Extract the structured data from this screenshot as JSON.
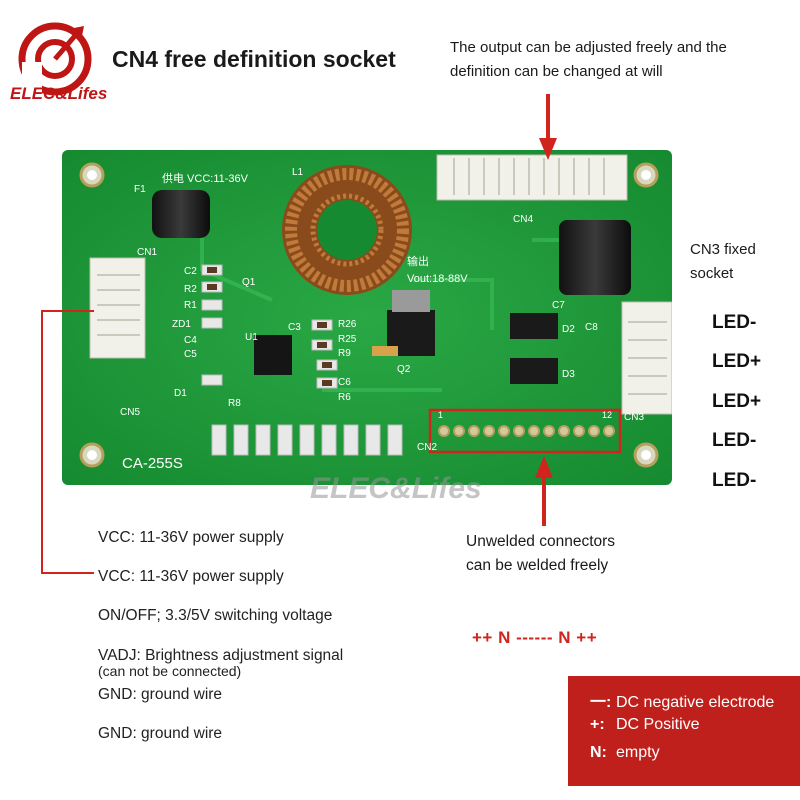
{
  "brand": {
    "name": "ELEC&Lifes",
    "watermark": "ELEC&Lifes"
  },
  "title": "CN4 free definition socket",
  "cn4_note": [
    "The output can be adjusted freely and the",
    "definition can be changed at will"
  ],
  "cn3_note": [
    "CN3 fixed",
    "socket"
  ],
  "led_labels": [
    "LED-",
    "LED+",
    "LED+",
    "LED-",
    "LED-"
  ],
  "unwelded_note": [
    "Unwelded connectors",
    "can be welded freely"
  ],
  "pin_pattern": "++ N ------ N ++",
  "board": {
    "model": "CA-255S",
    "vcc_label": "供电 VCC:11-36V",
    "vout_label": "Vout:18-88V",
    "output_cn": "输出",
    "cn1": "CN1",
    "cn5": "CN5",
    "cn4": "CN4",
    "cn3": "CN3",
    "cn2": "CN2",
    "l1": "L1",
    "f1": "F1",
    "q1": "Q1",
    "q2": "Q2",
    "u1": "U1",
    "c2": "C2",
    "c3": "C3",
    "c4": "C4",
    "c5": "C5",
    "c6": "C6",
    "c7": "C7",
    "c8": "C8",
    "r1": "R1",
    "r2": "R2",
    "r6": "R6",
    "r8": "R8",
    "r9": "R9",
    "r25": "R25",
    "r26": "R26",
    "d1": "D1",
    "d2": "D2",
    "d3": "D3",
    "zd1": "ZD1",
    "pin1": "1",
    "pin12": "12"
  },
  "specs": [
    "VCC: 11-36V power supply",
    "VCC: 11-36V power supply",
    "ON/OFF; 3.3/5V switching voltage",
    "VADJ: Brightness adjustment signal",
    "(can not be connected)",
    "GND: ground wire",
    "GND: ground wire"
  ],
  "legend": [
    {
      "sym": "一:",
      "text": "DC negative electrode"
    },
    {
      "sym": "+:",
      "text": "DC Positive"
    },
    {
      "sym": "N:",
      "text": "empty"
    }
  ],
  "colors": {
    "pcb": "#1f9a3a",
    "accent_red": "#d1241d",
    "legend_bg": "#c0201b"
  },
  "icons": [
    "brand-logo-icon",
    "arrow-down-icon",
    "arrow-up-icon"
  ]
}
